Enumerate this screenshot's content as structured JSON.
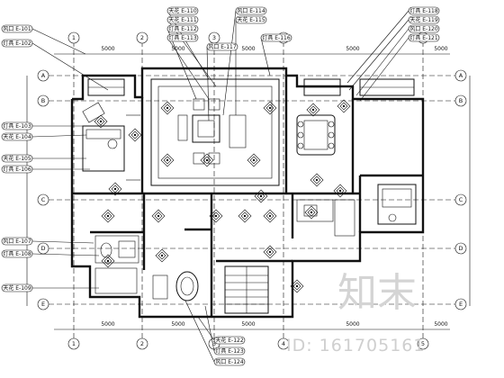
{
  "axes_top": [
    "1",
    "2",
    "3",
    "4",
    "5"
  ],
  "axes_left": [
    "A",
    "B",
    "C",
    "D",
    "E"
  ],
  "callouts_left": [
    "风口 E-101",
    "灯具 E-102",
    "灯具 E-103",
    "天花 E-104",
    "天花 E-105",
    "灯具 E-106",
    "风口 E-107",
    "灯具 E-108",
    "天花 E-109"
  ],
  "callouts_top": [
    "天花 E-110",
    "天花 E-111",
    "灯具 E-112",
    "灯具 E-113",
    "风口 E-114",
    "天花 E-115",
    "灯具 E-116",
    "风口 E-117"
  ],
  "callouts_right": [
    "灯具 E-118",
    "天花 E-119",
    "风口 E-120",
    "灯具 E-121"
  ],
  "callouts_bottom": [
    "天花 E-122",
    "灯具 E-123",
    "风口 E-124"
  ],
  "dims": [
    "5000",
    "5000",
    "5000",
    "5000",
    "5000"
  ],
  "watermark": {
    "logo_text": "知末",
    "id_text": "ID: 161705161"
  }
}
